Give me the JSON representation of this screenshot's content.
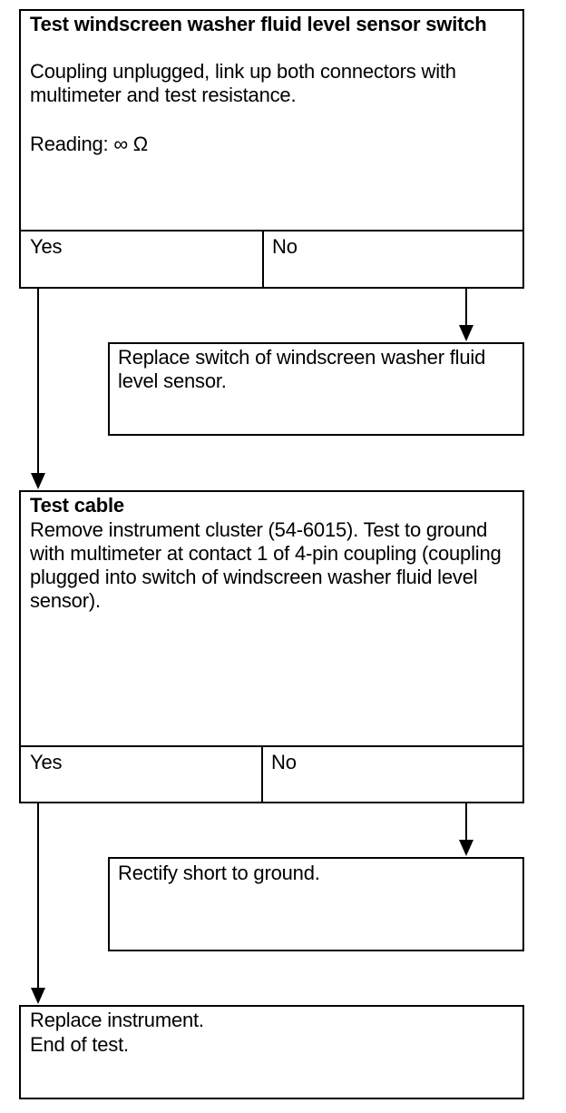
{
  "step1": {
    "title": "Test windscreen washer fluid level sensor switch",
    "body": "Coupling unplugged, link up both connectors with multimeter and test resistance.",
    "reading": "Reading: ∞ Ω",
    "yes": "Yes",
    "no": "No"
  },
  "action1": {
    "text": "Replace switch of windscreen washer fluid level sensor."
  },
  "step2": {
    "title": "Test cable",
    "body": "Remove instrument cluster (54-6015). Test to ground with multimeter at contact 1 of 4-pin coupling (coupling plugged into switch of windscreen washer fluid level sensor).",
    "yes": "Yes",
    "no": "No"
  },
  "action2": {
    "text": "Rectify short to ground."
  },
  "final": {
    "line1": "Replace instrument.",
    "line2": "End of test."
  }
}
